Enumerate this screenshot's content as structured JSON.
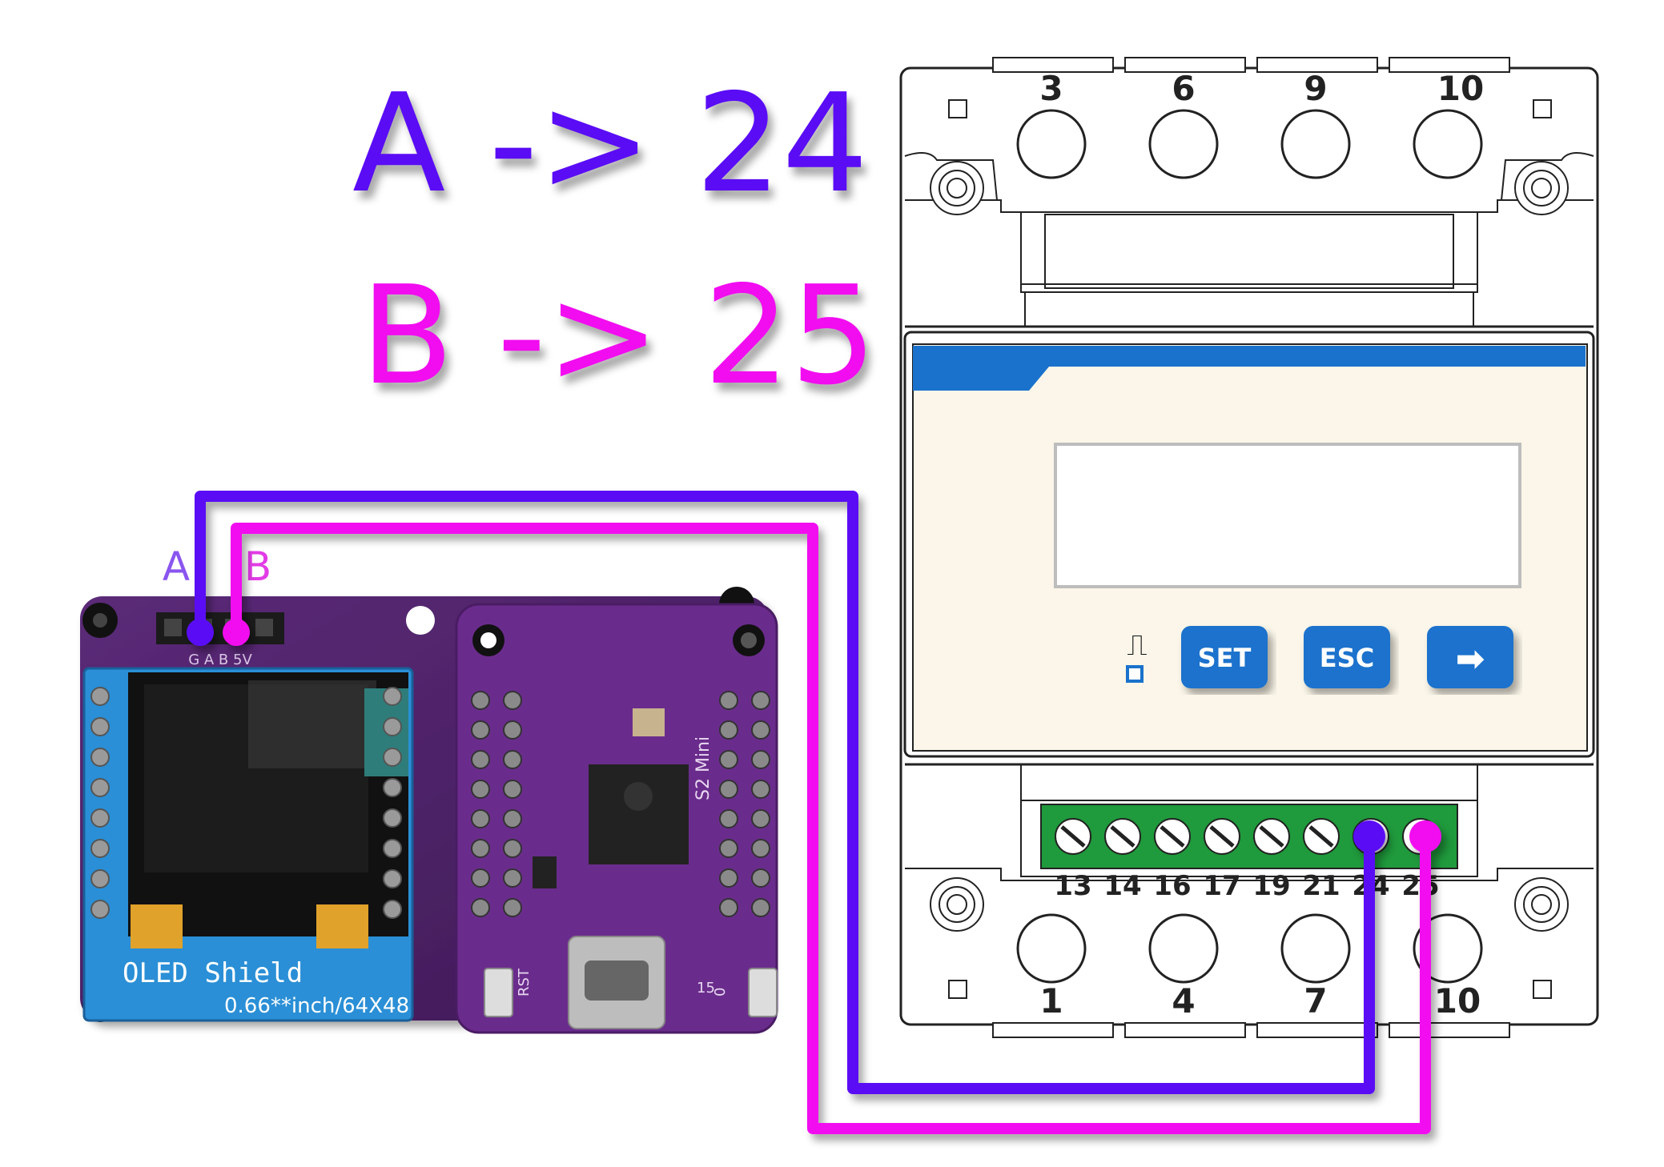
{
  "mapping": [
    {
      "pin": "A",
      "arrow": "->",
      "terminal": "24",
      "text": "A -> 24",
      "color": "#5a0cf5"
    },
    {
      "pin": "B",
      "arrow": "->",
      "terminal": "25",
      "text": "B -> 25",
      "color": "#f20cf0"
    }
  ],
  "header_pins": {
    "a_label": "A",
    "b_label": "B",
    "silk": "G A B 5V"
  },
  "oled": {
    "name": "OLED Shield",
    "spec": "0.66**inch/64X48"
  },
  "board": {
    "model": "S2 Mini",
    "rst": "RST",
    "pin15": "15",
    "pin0": "0"
  },
  "meter": {
    "top_terminals": [
      "3",
      "6",
      "9",
      "10"
    ],
    "bottom_terminals": [
      "1",
      "4",
      "7",
      "10"
    ],
    "green_terminals": [
      "13",
      "14",
      "16",
      "17",
      "19",
      "21",
      "24",
      "25"
    ],
    "buttons": {
      "set": "SET",
      "esc": "ESC",
      "arrow": "➡"
    },
    "pulse_symbol": "⎍",
    "colors": {
      "panel": "#fbf6e9",
      "blue": "#1a72cc",
      "green": "#1f9a3c"
    }
  },
  "wires": {
    "a_color": "#5a0cf5",
    "b_color": "#f20cf0"
  }
}
